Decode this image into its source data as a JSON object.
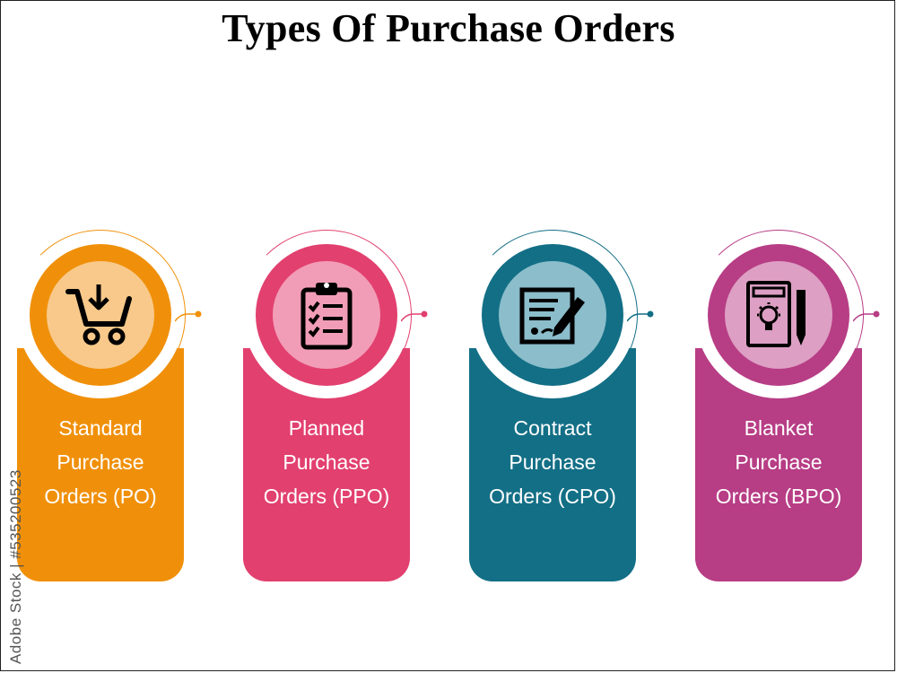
{
  "title": "Types Of Purchase Orders",
  "watermark": "Adobe Stock | #535200523",
  "items": [
    {
      "lines": [
        "Standard",
        "Purchase",
        "Orders (PO)"
      ],
      "icon": "shopping-cart-icon",
      "color": "#F0900A",
      "light": "#F8C98A",
      "ring": "#F0900A"
    },
    {
      "lines": [
        "Planned",
        "Purchase",
        "Orders (PPO)"
      ],
      "icon": "clipboard-checklist-icon",
      "color": "#E2406F",
      "light": "#F29DB7",
      "ring": "#E2406F"
    },
    {
      "lines": [
        "Contract",
        "Purchase",
        "Orders (CPO)"
      ],
      "icon": "contract-signing-icon",
      "color": "#136F86",
      "light": "#8BBDCB",
      "ring": "#136F86"
    },
    {
      "lines": [
        "Blanket",
        "Purchase",
        "Orders (BPO)"
      ],
      "icon": "idea-document-pencil-icon",
      "color": "#B73D85",
      "light": "#DD9FC3",
      "ring": "#B73D85"
    }
  ]
}
